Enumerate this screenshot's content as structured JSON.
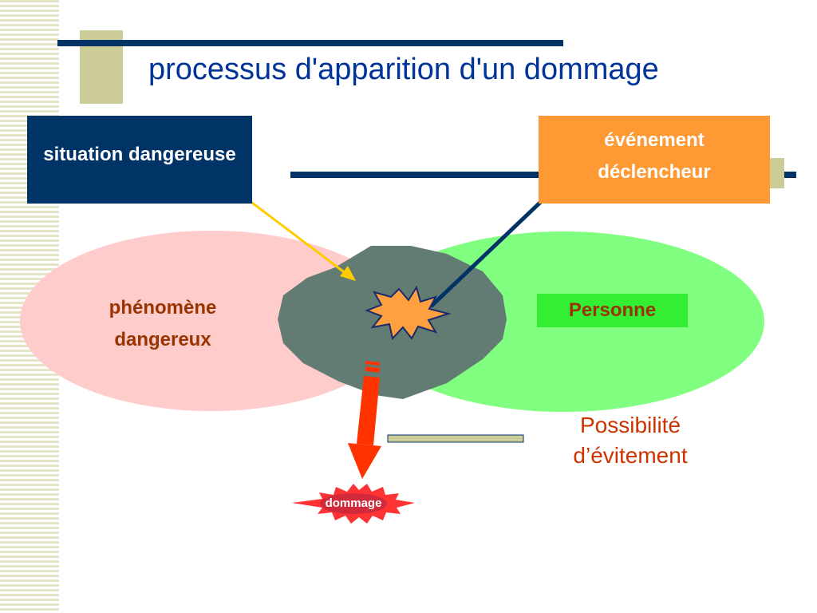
{
  "slide": {
    "title": "processus d'apparition d'un dommage"
  },
  "boxes": {
    "situation_dangereuse": "situation dangereuse",
    "evenement_line1": "événement",
    "evenement_line2": "déclencheur"
  },
  "labels": {
    "phenomene_line1": "phénomène",
    "phenomene_line2": "dangereux",
    "personne": "Personne",
    "possibilite_line1": "Possibilité",
    "possibilite_line2": "d’évitement",
    "dommage": "dommage"
  },
  "colors": {
    "navy": "#003366",
    "orange": "#ff9933",
    "pink_ellipse": "#ffcccc",
    "green_ellipse": "#80ff80",
    "overlap": "#627c74",
    "red_arrow": "#ff3300",
    "dark_red_text": "#993300",
    "khaki": "#cccc99"
  }
}
